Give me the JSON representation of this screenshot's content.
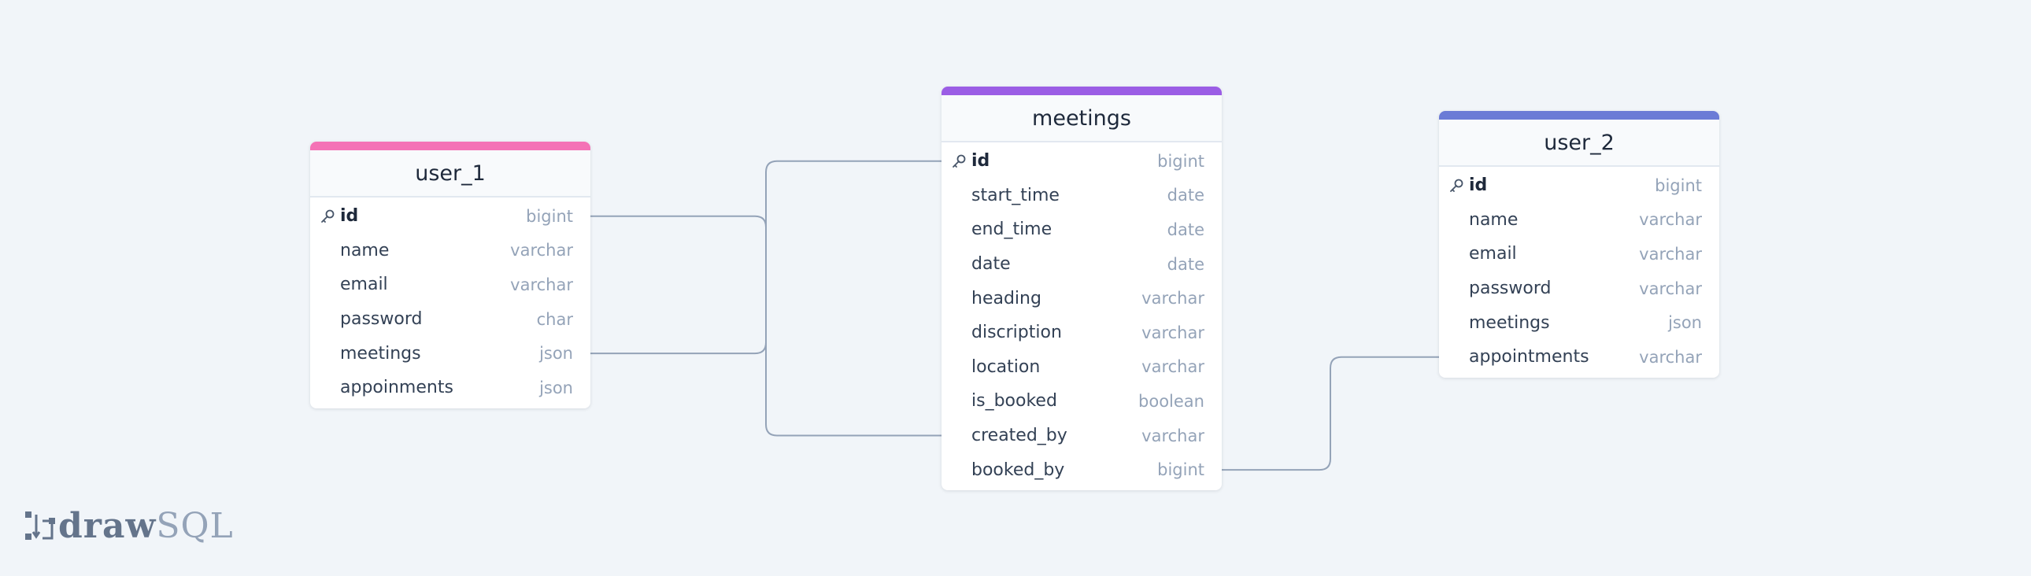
{
  "tables": [
    {
      "id": "user_1",
      "name": "user_1",
      "color": "#f472b6",
      "columns": [
        {
          "name": "id",
          "type": "bigint",
          "pk": true
        },
        {
          "name": "name",
          "type": "varchar",
          "pk": false
        },
        {
          "name": "email",
          "type": "varchar",
          "pk": false
        },
        {
          "name": "password",
          "type": "char",
          "pk": false
        },
        {
          "name": "meetings",
          "type": "json",
          "pk": false
        },
        {
          "name": "appoinments",
          "type": "json",
          "pk": false
        }
      ]
    },
    {
      "id": "meetings",
      "name": "meetings",
      "color": "#9b5de5",
      "columns": [
        {
          "name": "id",
          "type": "bigint",
          "pk": true
        },
        {
          "name": "start_time",
          "type": "date",
          "pk": false
        },
        {
          "name": "end_time",
          "type": "date",
          "pk": false
        },
        {
          "name": "date",
          "type": "date",
          "pk": false
        },
        {
          "name": "heading",
          "type": "varchar",
          "pk": false
        },
        {
          "name": "discription",
          "type": "varchar",
          "pk": false
        },
        {
          "name": "location",
          "type": "varchar",
          "pk": false
        },
        {
          "name": "is_booked",
          "type": "boolean",
          "pk": false
        },
        {
          "name": "created_by",
          "type": "varchar",
          "pk": false
        },
        {
          "name": "booked_by",
          "type": "bigint",
          "pk": false
        }
      ]
    },
    {
      "id": "user_2",
      "name": "user_2",
      "color": "#6b7bd6",
      "columns": [
        {
          "name": "id",
          "type": "bigint",
          "pk": true
        },
        {
          "name": "name",
          "type": "varchar",
          "pk": false
        },
        {
          "name": "email",
          "type": "varchar",
          "pk": false
        },
        {
          "name": "password",
          "type": "varchar",
          "pk": false
        },
        {
          "name": "meetings",
          "type": "json",
          "pk": false
        },
        {
          "name": "appointments",
          "type": "varchar",
          "pk": false
        }
      ]
    }
  ],
  "relationships": [
    {
      "from": {
        "table": "user_1",
        "column": "id"
      },
      "to": {
        "table": "meetings",
        "column": "created_by"
      }
    },
    {
      "from": {
        "table": "user_1",
        "column": "meetings"
      },
      "to": {
        "table": "meetings",
        "column": "id"
      }
    },
    {
      "from": {
        "table": "meetings",
        "column": "booked_by"
      },
      "to": {
        "table": "user_2",
        "column": "appointments"
      }
    }
  ],
  "logo": {
    "part1": "draw",
    "part2": "SQL"
  }
}
